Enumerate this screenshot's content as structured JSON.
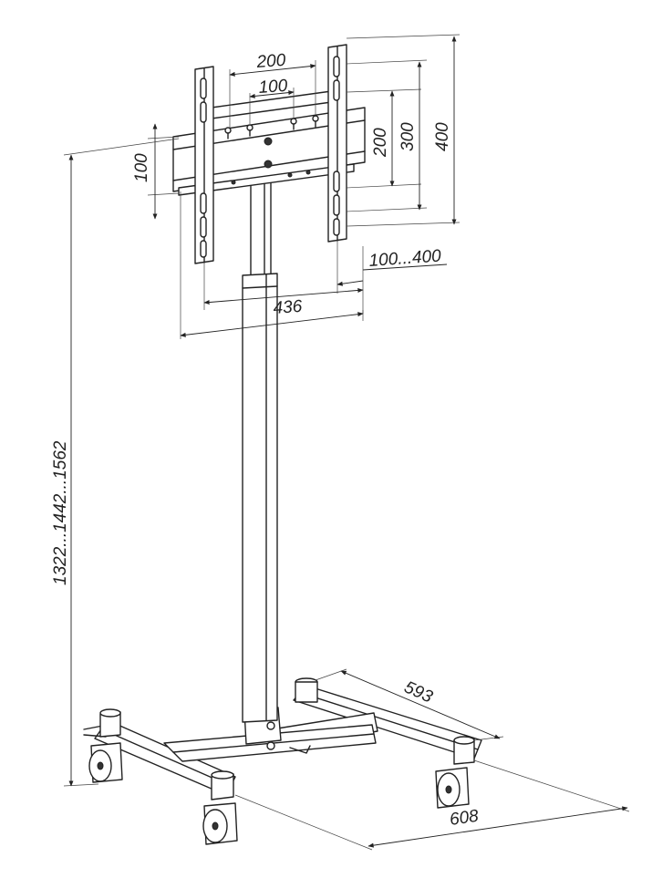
{
  "labels": {
    "top_200": "200",
    "top_100": "100",
    "left_100": "100",
    "right_200": "200",
    "right_300": "300",
    "right_400": "400",
    "horizontal_range": "100...400",
    "bracket_width": "436",
    "height_range": "1322...1442...1562",
    "base_depth": "593",
    "base_width": "608"
  }
}
